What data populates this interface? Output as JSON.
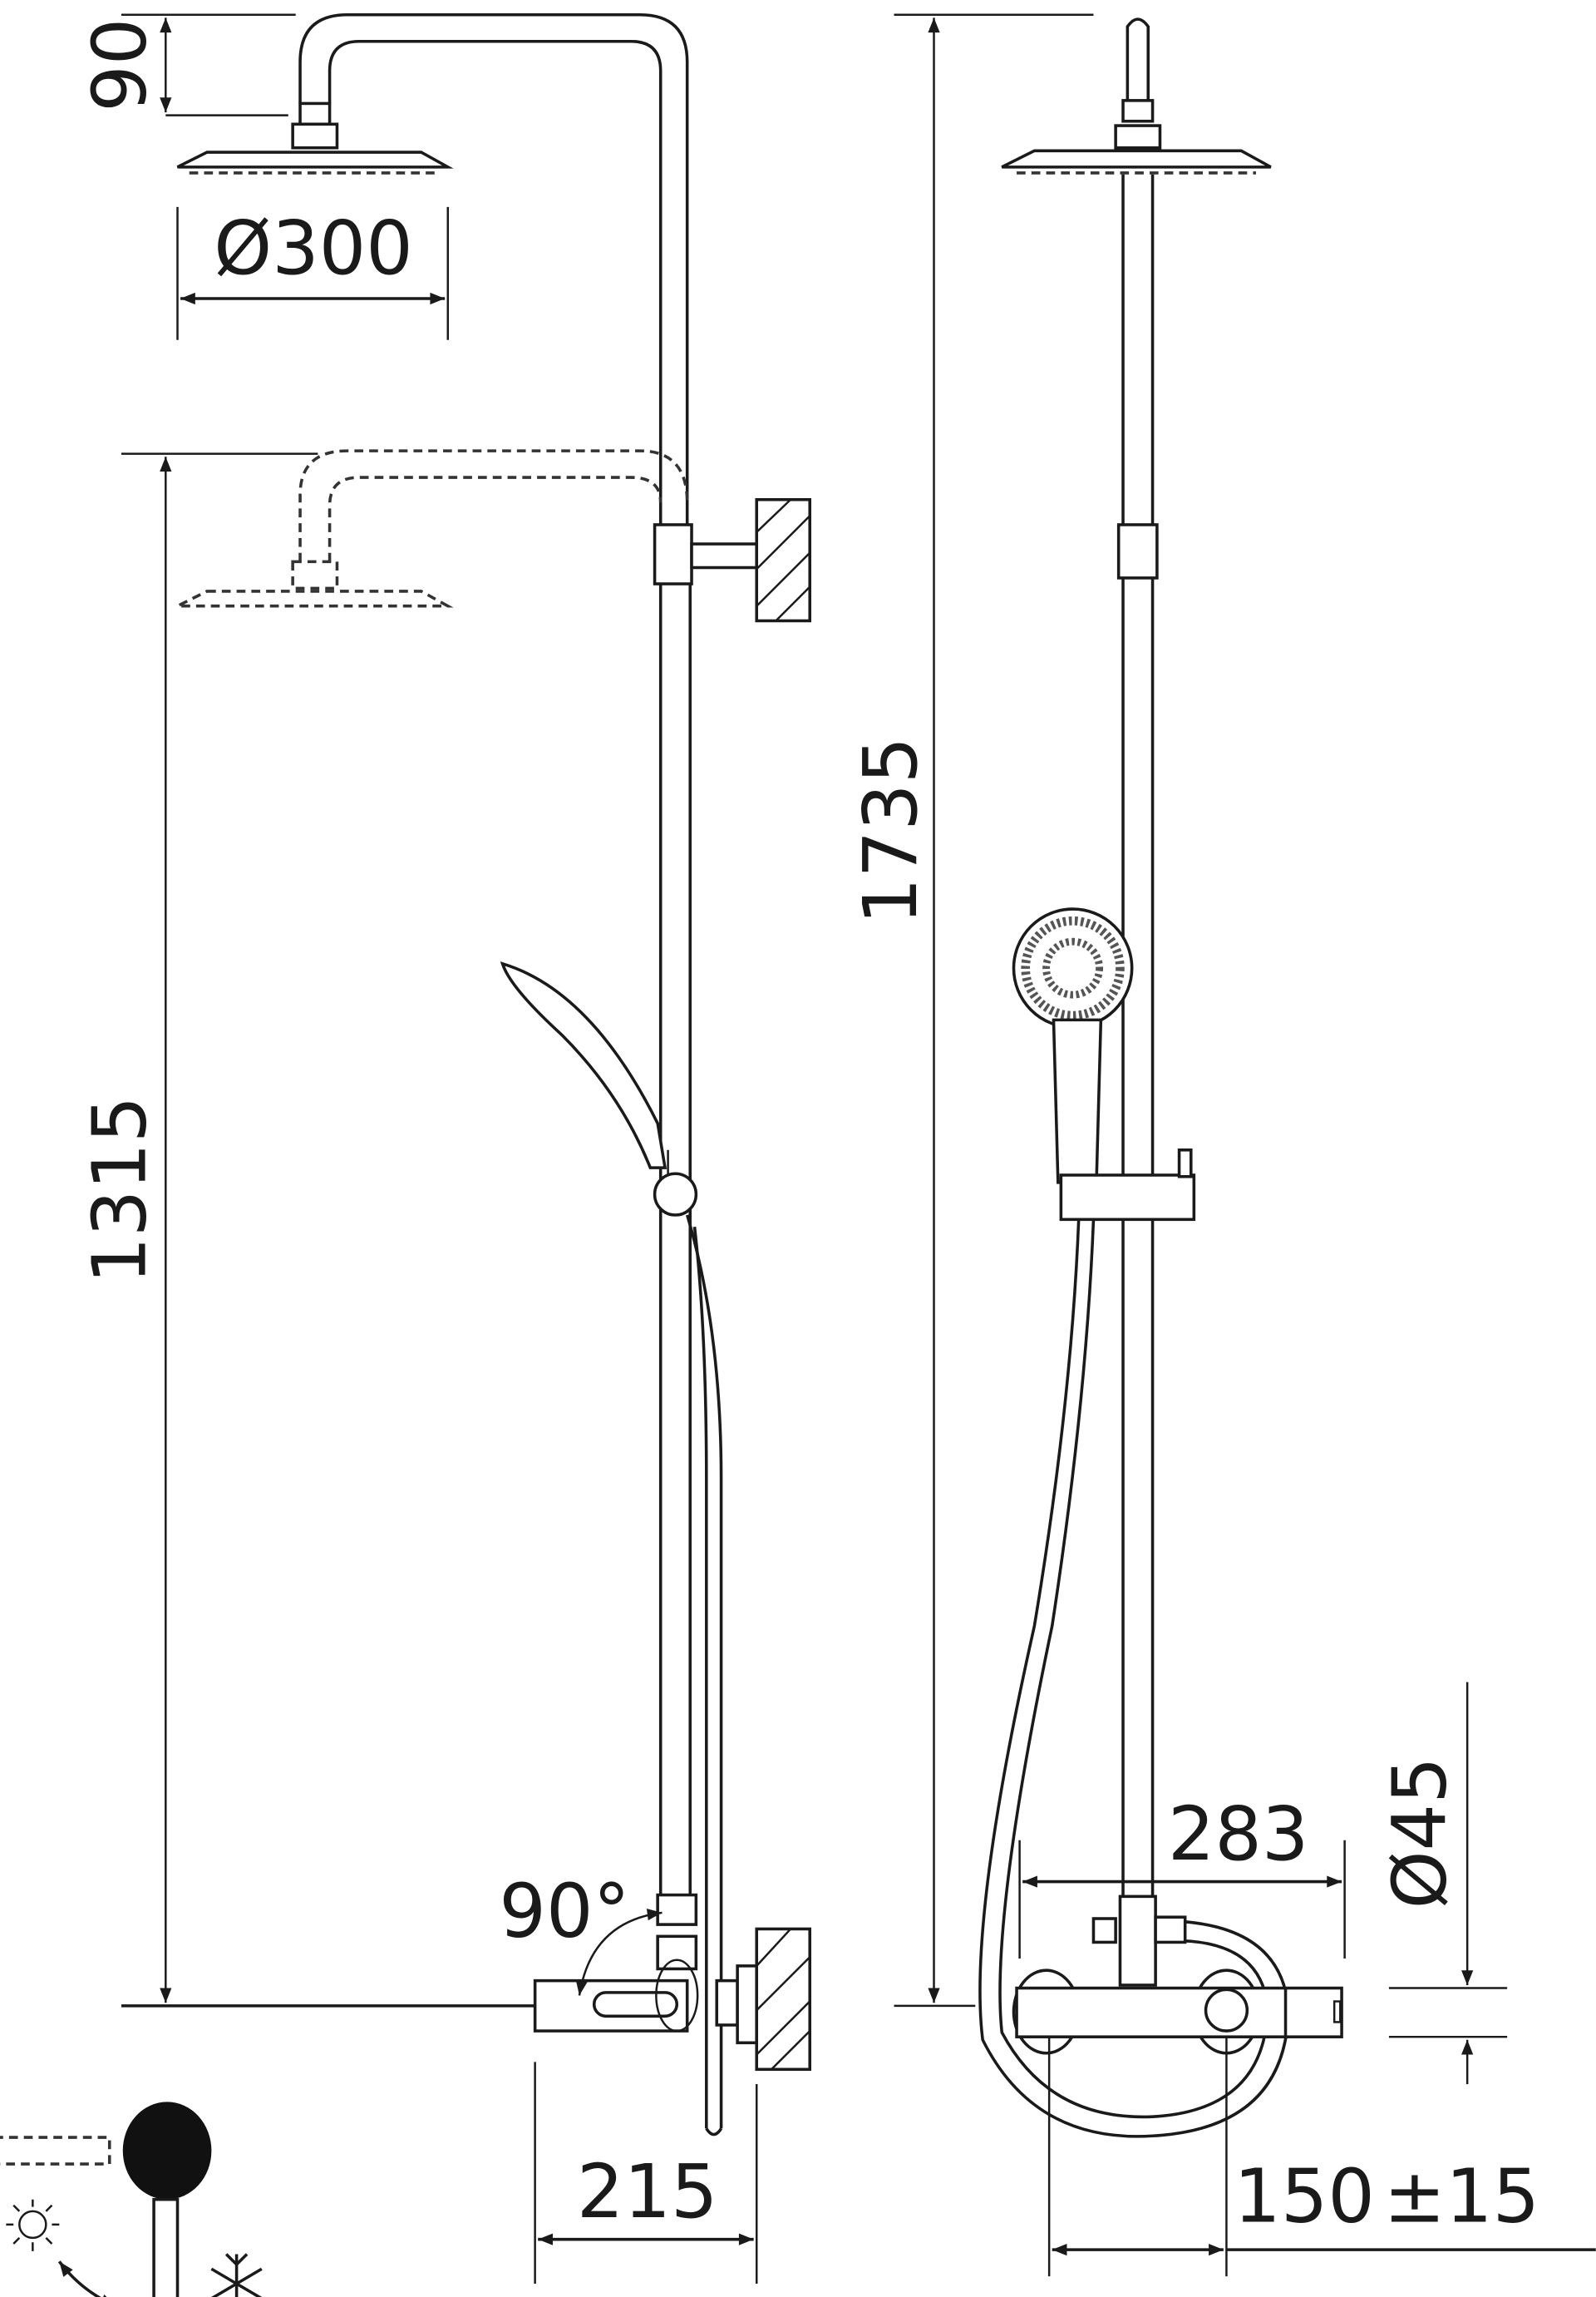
{
  "drawing": {
    "left_view": {
      "head_height": "90",
      "head_diameter": "Ø300",
      "slider_height": "1315",
      "rotation_angle": "90°",
      "projection": "215"
    },
    "right_view": {
      "total_height": "1735",
      "mixer_width": "283",
      "mixer_diameter": "Ø45",
      "inlet_spacing": "150",
      "inlet_tolerance": "±15"
    },
    "icons": [
      "lever-mixer-icon",
      "hot-sun-icon",
      "cold-snowflake-icon",
      "rotate-arrow-icon"
    ]
  }
}
